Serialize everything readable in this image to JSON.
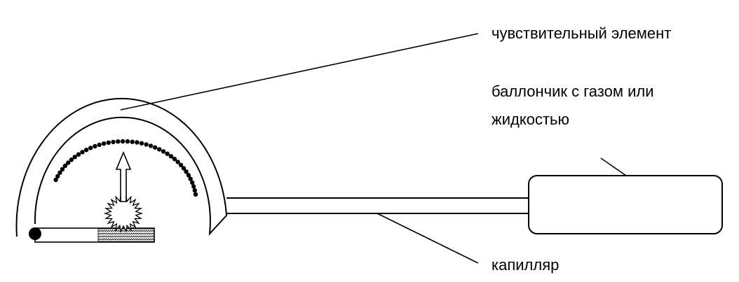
{
  "labels": {
    "sensing_element": "чувствительный элемент",
    "bulb_line1": "баллончик с газом или",
    "bulb_line2": "жидкостью",
    "capillary": "капилляр"
  }
}
